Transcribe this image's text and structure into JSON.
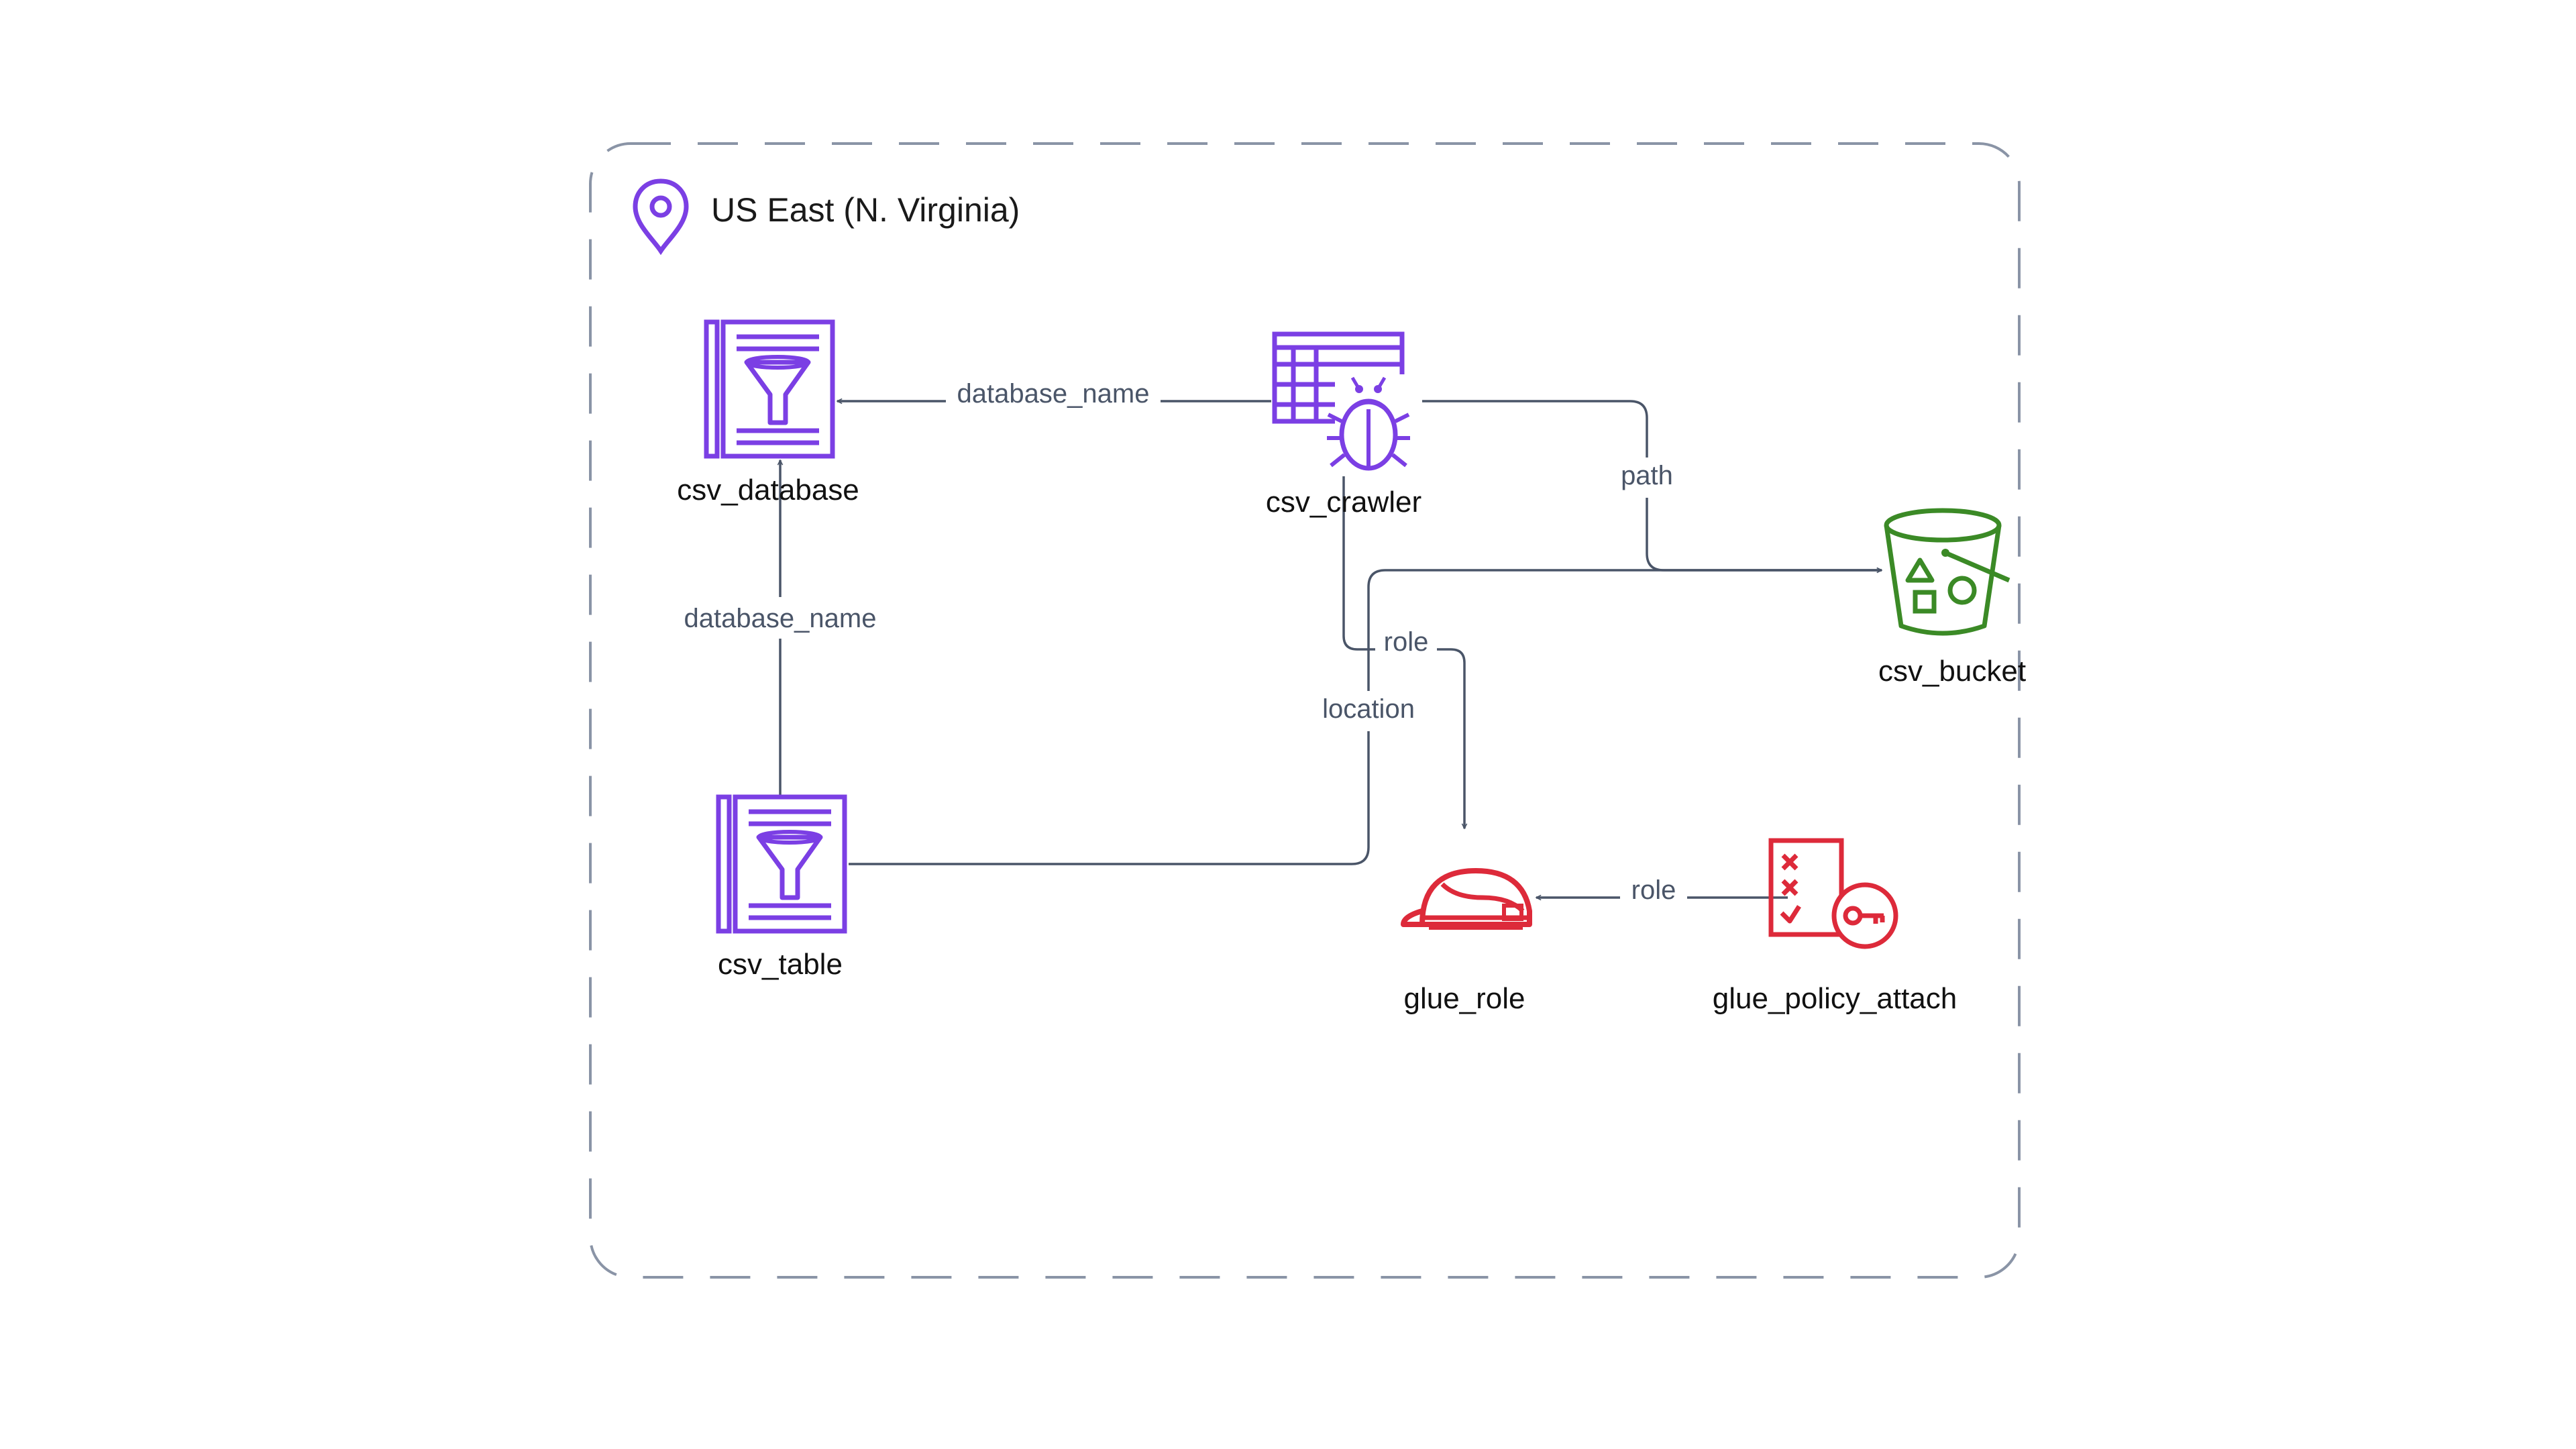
{
  "region": {
    "label": "US East (N. Virginia)",
    "icon": "location-pin-icon"
  },
  "colors": {
    "glue_purple": "#7b3fe4",
    "iam_red": "#dd2a3a",
    "s3_green": "#3b8a26",
    "edge": "#4a5568",
    "region_border": "#8a94a6"
  },
  "nodes": {
    "csv_database": {
      "label": "csv_database",
      "icon": "glue-data-catalog-icon"
    },
    "csv_crawler": {
      "label": "csv_crawler",
      "icon": "glue-crawler-icon"
    },
    "csv_bucket": {
      "label": "csv_bucket",
      "icon": "s3-bucket-icon"
    },
    "csv_table": {
      "label": "csv_table",
      "icon": "glue-data-catalog-icon"
    },
    "glue_role": {
      "label": "glue_role",
      "icon": "iam-role-icon"
    },
    "glue_policy_attach": {
      "label": "glue_policy_attach",
      "icon": "iam-policy-attachment-icon"
    }
  },
  "edges": {
    "crawler_to_database": {
      "from": "csv_crawler",
      "to": "csv_database",
      "label": "database_name"
    },
    "crawler_to_bucket": {
      "from": "csv_crawler",
      "to": "csv_bucket",
      "label": "path"
    },
    "table_to_database": {
      "from": "csv_table",
      "to": "csv_database",
      "label": "database_name"
    },
    "crawler_to_role": {
      "from": "csv_crawler",
      "to": "glue_role",
      "label": "role"
    },
    "table_to_bucket": {
      "from": "csv_table",
      "to": "csv_bucket",
      "label": "location"
    },
    "policy_to_role": {
      "from": "glue_policy_attach",
      "to": "glue_role",
      "label": "role"
    }
  }
}
